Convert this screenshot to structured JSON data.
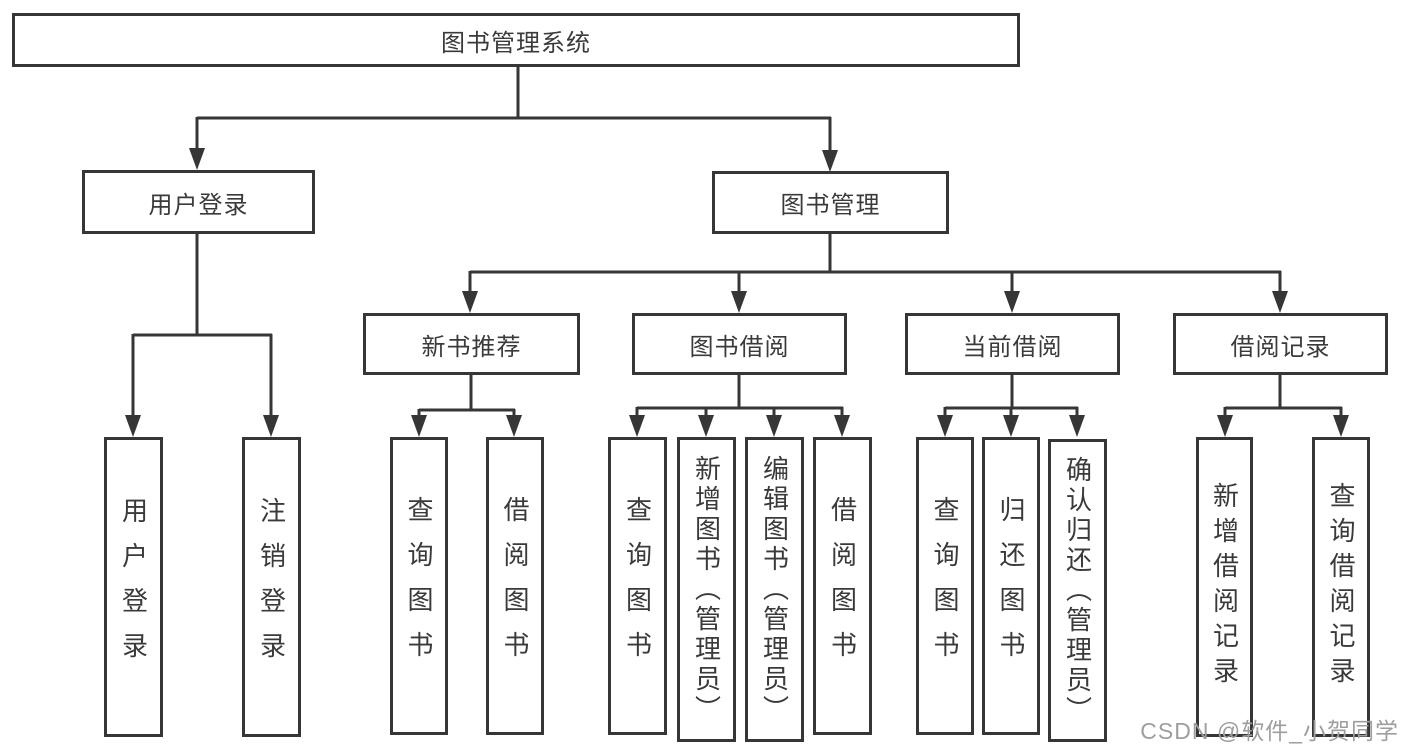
{
  "diagram": {
    "title": "图书管理系统",
    "watermark": "CSDN @软件_小贺同学",
    "colors": {
      "line": "#363636",
      "text": "#3a3a3a",
      "watermark": "#9e9e9e",
      "bg": "#ffffff"
    },
    "root": {
      "label": "图书管理系统"
    },
    "branches": [
      {
        "label": "用户登录",
        "children": [
          "用户登录",
          "注销登录"
        ]
      },
      {
        "label": "图书管理",
        "children": [
          {
            "label": "新书推荐",
            "children": [
              "查询图书",
              "借阅图书"
            ]
          },
          {
            "label": "图书借阅",
            "children": [
              "查询图书",
              "新增图书（管理员）",
              "编辑图书（管理员）",
              "借阅图书"
            ]
          },
          {
            "label": "当前借阅",
            "children": [
              "查询图书",
              "归还图书",
              "确认归还（管理员）"
            ]
          },
          {
            "label": "借阅记录",
            "children": [
              "新增借阅记录",
              "查询借阅记录"
            ]
          }
        ]
      }
    ]
  }
}
